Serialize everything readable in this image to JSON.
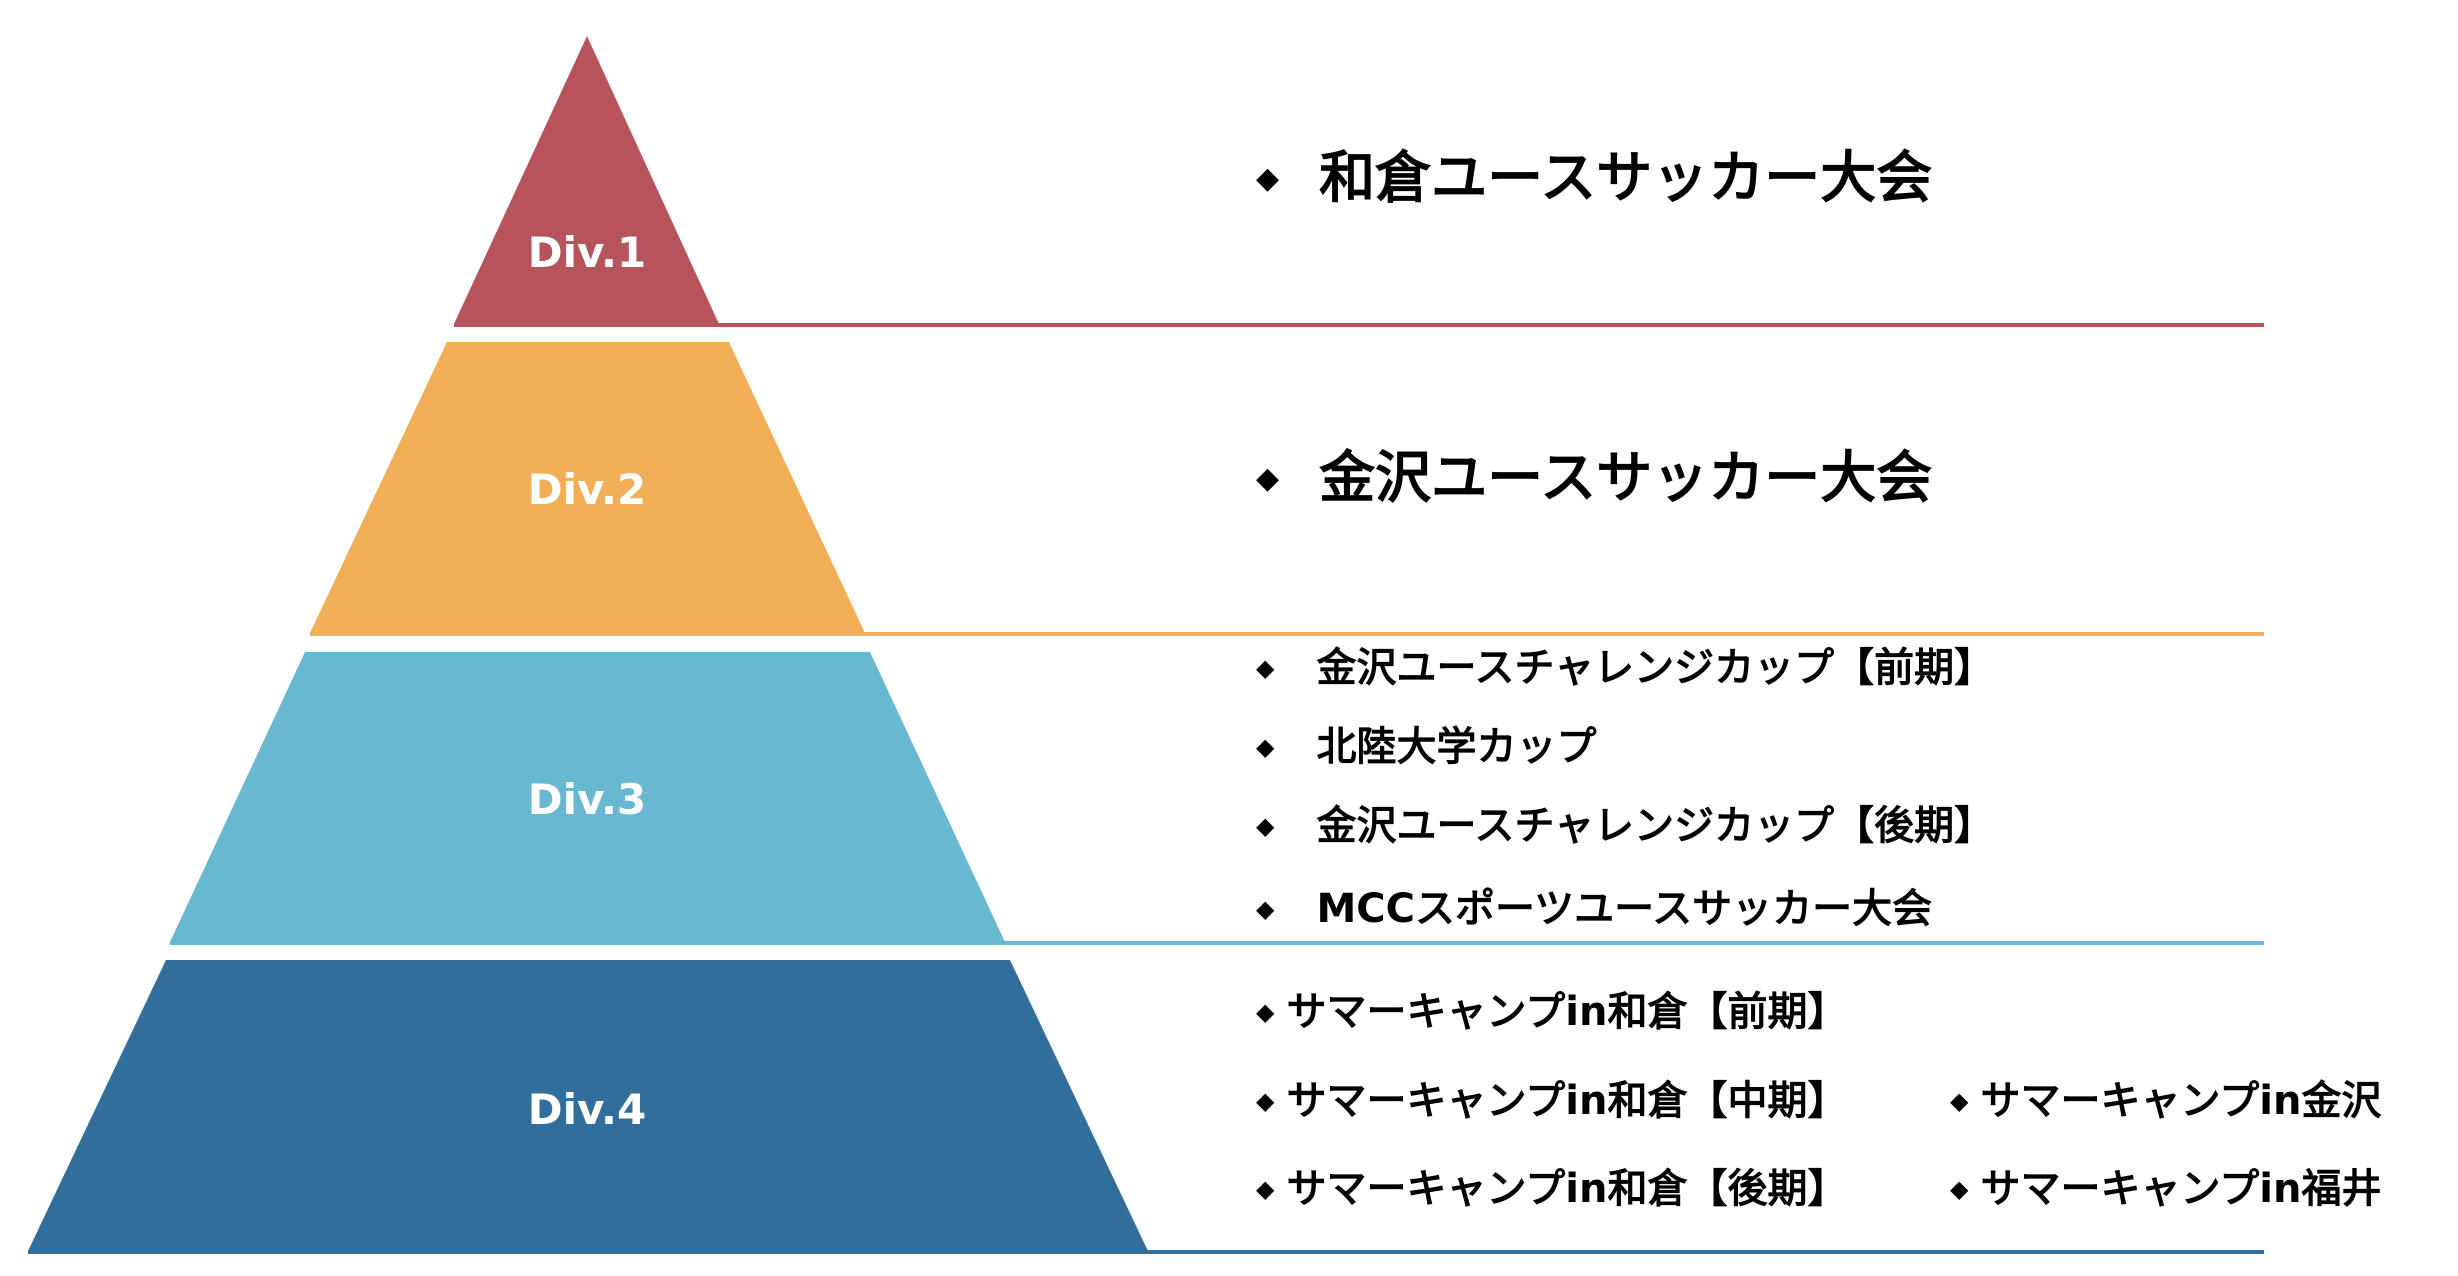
{
  "colors": {
    "div1": "#B6535B",
    "div2": "#F2AE57",
    "div3": "#68B8D2",
    "div4": "#326E9B"
  },
  "tiers": [
    {
      "label": "Div.1",
      "items": [
        "和倉ユースサッカー大会"
      ]
    },
    {
      "label": "Div.2",
      "items": [
        "金沢ユースサッカー大会"
      ]
    },
    {
      "label": "Div.3",
      "items": [
        "金沢ユースチャレンジカップ【前期】",
        "北陸大学カップ",
        "金沢ユースチャレンジカップ【後期】",
        "MCCスポーツユースサッカー大会"
      ]
    },
    {
      "label": "Div.4",
      "items": [
        "サマーキャンプin和倉【前期】",
        "サマーキャンプin和倉【中期】",
        "サマーキャンプin和倉【後期】",
        "サマーキャンプin金沢",
        "サマーキャンプin福井"
      ]
    }
  ],
  "bullet": "◆"
}
